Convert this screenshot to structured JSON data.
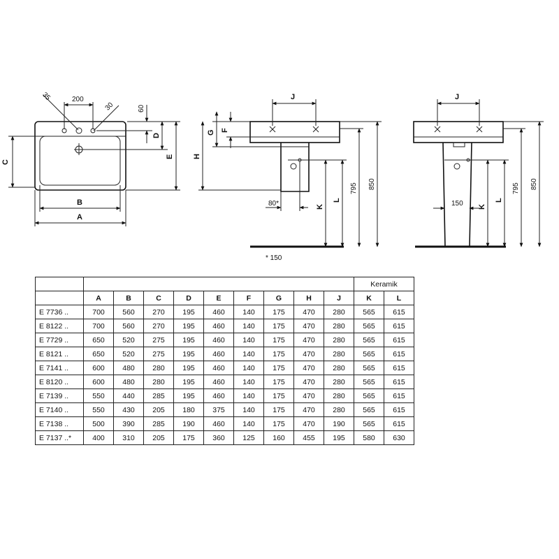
{
  "drawing": {
    "top_view": {
      "dim_35": "35",
      "dim_200": "200",
      "dim_30": "30",
      "dim_60": "60",
      "label_d": "D",
      "label_c": "C",
      "label_e": "E",
      "label_b": "B",
      "label_a": "A"
    },
    "side_view": {
      "label_j": "J",
      "label_g": "G",
      "label_f": "F",
      "label_h": "H",
      "label_k": "K",
      "label_l": "L",
      "dim_795": "795",
      "dim_850": "850",
      "dim_80": "80*",
      "footnote": "* 150"
    },
    "pedestal_view": {
      "label_j": "J",
      "label_k": "K",
      "label_l": "L",
      "dim_795": "795",
      "dim_850": "850",
      "dim_150": "150"
    }
  },
  "table": {
    "group_header": "Keramik",
    "columns": [
      "A",
      "B",
      "C",
      "D",
      "E",
      "F",
      "G",
      "H",
      "J",
      "K",
      "L"
    ],
    "rows": [
      {
        "code": "E 7736 ..",
        "values": [
          "700",
          "560",
          "270",
          "195",
          "460",
          "140",
          "175",
          "470",
          "280",
          "565",
          "615"
        ]
      },
      {
        "code": "E 8122 ..",
        "values": [
          "700",
          "560",
          "270",
          "195",
          "460",
          "140",
          "175",
          "470",
          "280",
          "565",
          "615"
        ]
      },
      {
        "code": "E 7729 ..",
        "values": [
          "650",
          "520",
          "275",
          "195",
          "460",
          "140",
          "175",
          "470",
          "280",
          "565",
          "615"
        ]
      },
      {
        "code": "E 8121 ..",
        "values": [
          "650",
          "520",
          "275",
          "195",
          "460",
          "140",
          "175",
          "470",
          "280",
          "565",
          "615"
        ]
      },
      {
        "code": "E 7141 ..",
        "values": [
          "600",
          "480",
          "280",
          "195",
          "460",
          "140",
          "175",
          "470",
          "280",
          "565",
          "615"
        ]
      },
      {
        "code": "E 8120 ..",
        "values": [
          "600",
          "480",
          "280",
          "195",
          "460",
          "140",
          "175",
          "470",
          "280",
          "565",
          "615"
        ]
      },
      {
        "code": "E 7139 ..",
        "values": [
          "550",
          "440",
          "285",
          "195",
          "460",
          "140",
          "175",
          "470",
          "280",
          "565",
          "615"
        ]
      },
      {
        "code": "E 7140 ..",
        "values": [
          "550",
          "430",
          "205",
          "180",
          "375",
          "140",
          "175",
          "470",
          "280",
          "565",
          "615"
        ]
      },
      {
        "code": "E 7138 ..",
        "values": [
          "500",
          "390",
          "285",
          "190",
          "460",
          "140",
          "175",
          "470",
          "190",
          "565",
          "615"
        ]
      },
      {
        "code": "E 7137 ..*",
        "values": [
          "400",
          "310",
          "205",
          "175",
          "360",
          "125",
          "160",
          "455",
          "195",
          "580",
          "630"
        ]
      }
    ]
  }
}
